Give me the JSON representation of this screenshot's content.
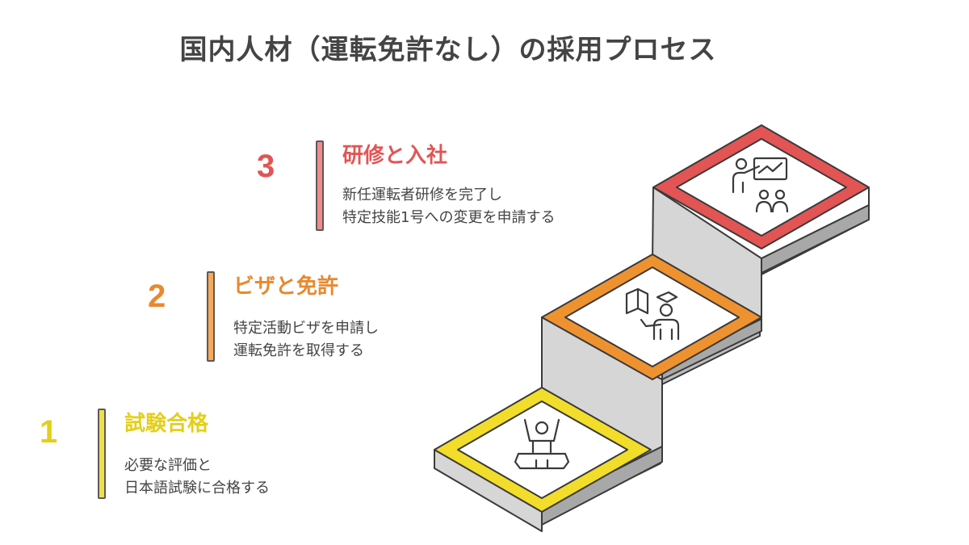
{
  "title": "国内人材（運転免許なし）の採用プロセス",
  "steps": [
    {
      "number": "1",
      "title": "試験合格",
      "desc_line1": "必要な評価と",
      "desc_line2": "日本語試験に合格する",
      "color": "#e3cf1a",
      "icon": "celebrating-person-icon"
    },
    {
      "number": "2",
      "title": "ビザと免許",
      "desc_line1": "特定活動ビザを申請し",
      "desc_line2": "運転免許を取得する",
      "color": "#e8892f",
      "icon": "driving-instructor-icon"
    },
    {
      "number": "3",
      "title": "研修と入社",
      "desc_line1": "新任運転者研修を完了し",
      "desc_line2": "特定技能1号への変更を申請する",
      "color": "#e35454",
      "icon": "training-presentation-icon"
    }
  ]
}
